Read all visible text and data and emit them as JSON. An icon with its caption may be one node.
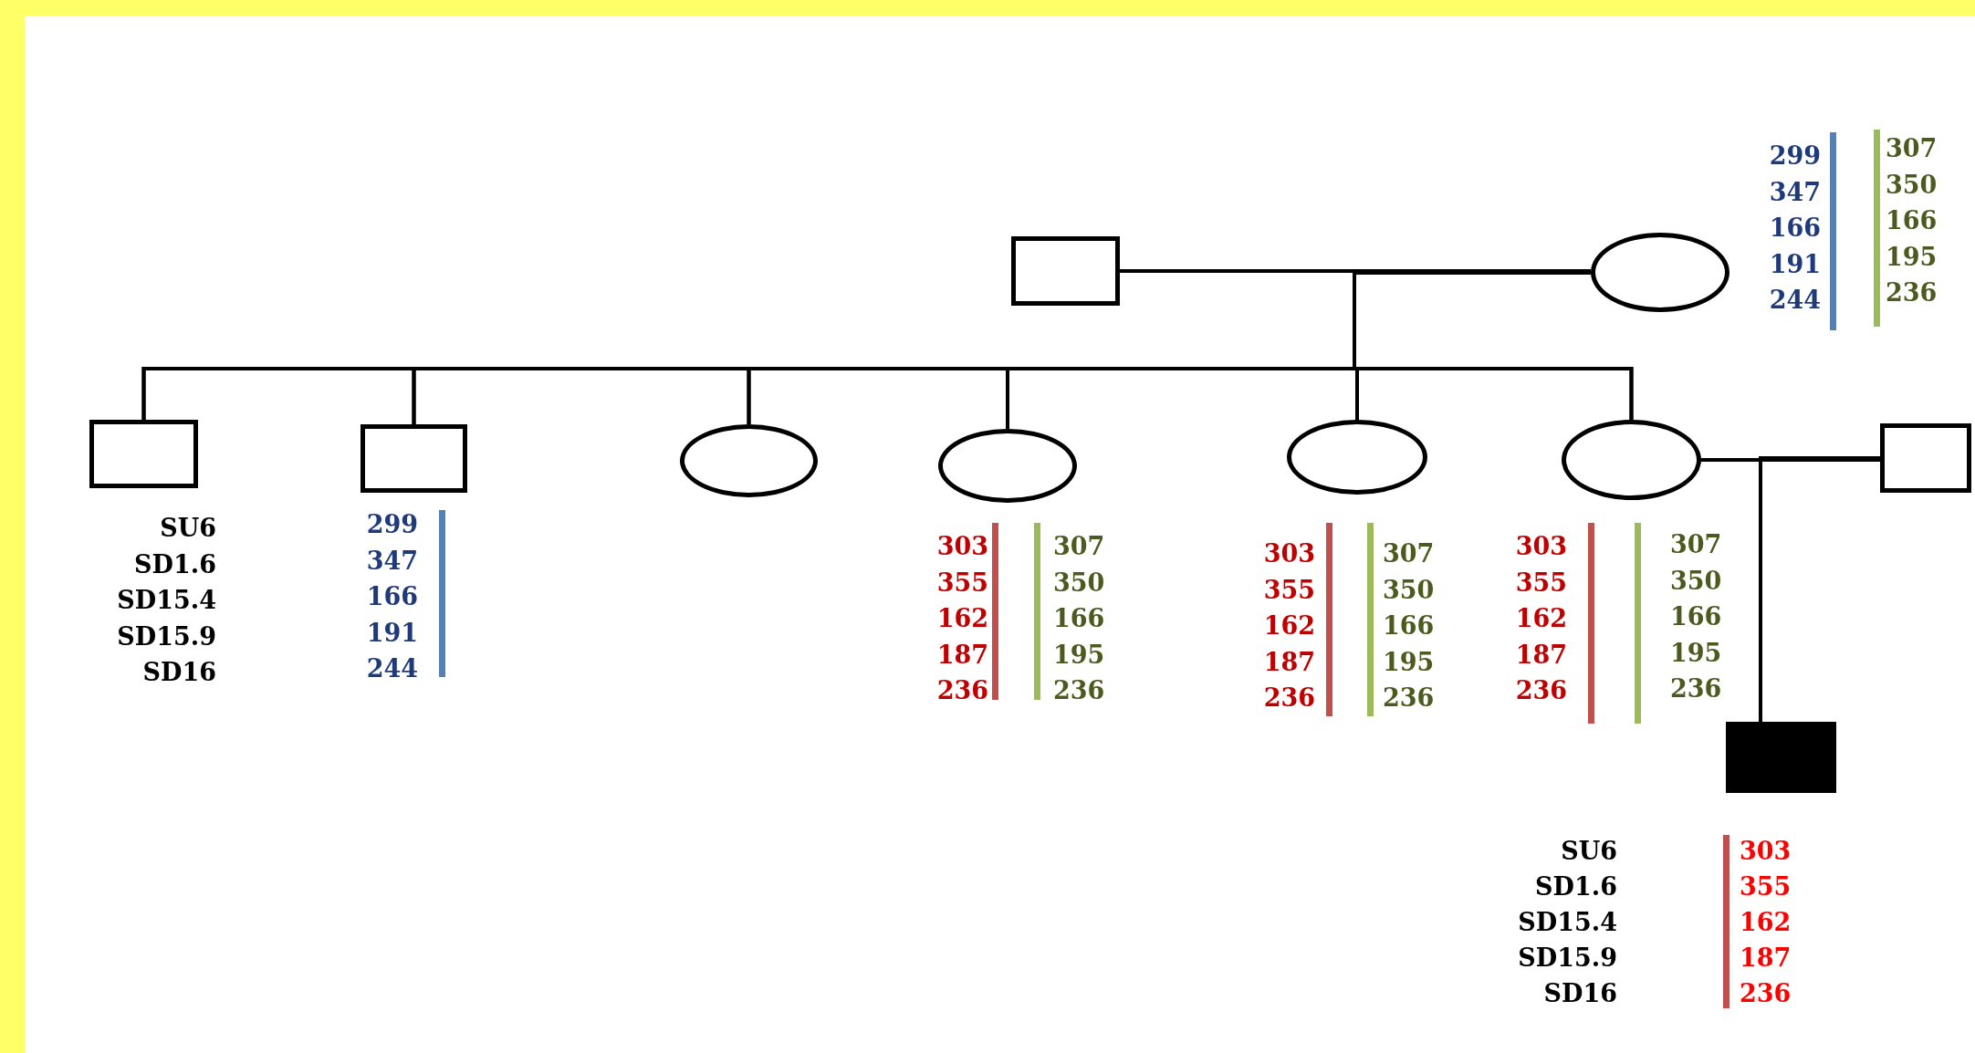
{
  "diagram": {
    "nodes": [
      {
        "text": [],
        "shape": "box"
      },
      {
        "text": [],
        "shape": "circle",
        "beside": [
          "299",
          "347",
          "166",
          "191",
          "244",
          "307",
          "350",
          "166",
          "195",
          "236"
        ]
      },
      {
        "text": [],
        "shape": "box"
      },
      {
        "text": [],
        "shape": "box",
        "beside": [
          "299",
          "347",
          "166",
          "191",
          "244"
        ]
      },
      {
        "text": [],
        "shape": "circle"
      },
      {
        "text": [],
        "shape": "circle",
        "beside": [
          "303",
          "355",
          "162",
          "187",
          "236",
          "307",
          "350",
          "166",
          "195",
          "236"
        ]
      },
      {
        "text": [],
        "shape": "circle",
        "beside": [
          "303",
          "355",
          "162",
          "187",
          "236",
          "307",
          "350",
          "166",
          "195",
          "236"
        ]
      },
      {
        "text": [],
        "shape": "circle",
        "beside": [
          "303",
          "355",
          "162",
          "187",
          "236",
          "307",
          "350",
          "166",
          "195",
          "236"
        ]
      },
      {
        "text": [],
        "shape": "box"
      },
      {
        "text": [],
        "shape": "box",
        "beside": [
          "303",
          "355",
          "162",
          "187",
          "236"
        ]
      }
    ],
    "edges": [
      {
        "from": 0,
        "to": 1,
        "arrow": "none"
      },
      {
        "from": 0,
        "to": 2,
        "arrow": "none"
      },
      {
        "from": 1,
        "to": 2,
        "arrow": "none"
      },
      {
        "from": 0,
        "to": 3,
        "arrow": "none"
      },
      {
        "from": 1,
        "to": 3,
        "arrow": "none"
      },
      {
        "from": 0,
        "to": 4,
        "arrow": "none"
      },
      {
        "from": 1,
        "to": 4,
        "arrow": "none"
      },
      {
        "from": 0,
        "to": 5,
        "arrow": "none"
      },
      {
        "from": 1,
        "to": 5,
        "arrow": "none"
      },
      {
        "from": 0,
        "to": 6,
        "arrow": "none"
      },
      {
        "from": 1,
        "to": 6,
        "arrow": "none"
      },
      {
        "from": 0,
        "to": 7,
        "arrow": "none"
      },
      {
        "from": 1,
        "to": 7,
        "arrow": "none"
      },
      {
        "from": 7,
        "to": 8,
        "arrow": "none"
      },
      {
        "from": 7,
        "to": 9,
        "arrow": "none"
      },
      {
        "from": 8,
        "to": 9,
        "arrow": "none"
      }
    ],
    "labels": [
      "SU6",
      "SD1.6",
      "SD15.4",
      "SD15.9",
      "SD16",
      "SU6",
      "SD1.6",
      "SD15.4",
      "SD15.9",
      "SD16"
    ]
  }
}
